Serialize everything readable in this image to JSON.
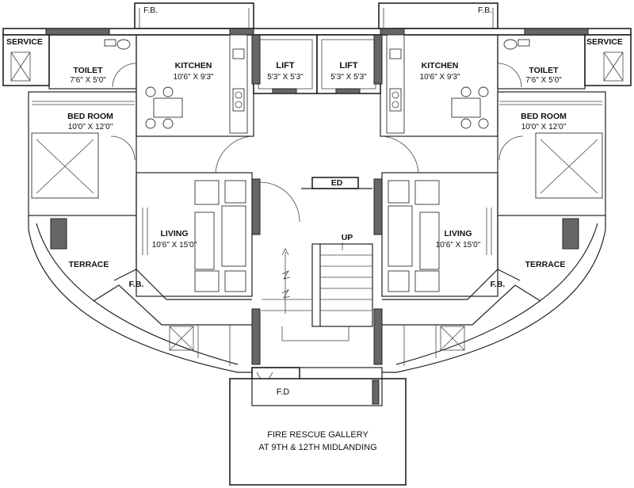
{
  "labels": {
    "fb_top_left": "F.B.",
    "fb_top_right": "F.B.",
    "service_left": "SERVICE",
    "service_right": "SERVICE",
    "toilet_left": "TOILET",
    "toilet_left_dim": "7'6\" X 5'0\"",
    "toilet_right": "TOILET",
    "toilet_right_dim": "7'6\" X 5'0\"",
    "kitchen_left": "KITCHEN",
    "kitchen_left_dim": "10'6\" X 9'3\"",
    "kitchen_right": "KITCHEN",
    "kitchen_right_dim": "10'6\" X 9'3\"",
    "lift1": "LIFT",
    "lift1_dim": "5'3\" X 5'3\"",
    "lift2": "LIFT",
    "lift2_dim": "5'3\" X 5'3\"",
    "bed_left": "BED ROOM",
    "bed_left_dim": "10'0\" X 12'0\"",
    "bed_right": "BED ROOM",
    "bed_right_dim": "10'0\" X 12'0\"",
    "ed": "ED",
    "living_left": "LIVING",
    "living_left_dim": "10'6\" X 15'0\"",
    "living_right": "LIVING",
    "living_right_dim": "10'6\" X 15'0\"",
    "up": "UP",
    "terrace_left": "TERRACE",
    "terrace_right": "TERRACE",
    "fb_mid_left": "F.B.",
    "fb_mid_right": "F.B.",
    "fd": "F.D",
    "gallery_line1": "FIRE RESCUE GALLERY",
    "gallery_line2": "AT 9TH & 12TH MIDLANDING"
  }
}
